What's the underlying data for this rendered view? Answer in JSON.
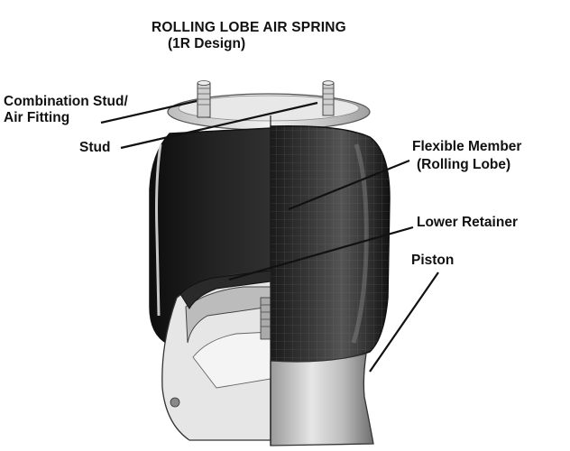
{
  "title": "ROLLING LOBE AIR SPRING",
  "subtitle": "(1R Design)",
  "labels": {
    "combination_stud_line1": "Combination Stud/",
    "combination_stud_line2": "Air Fitting",
    "stud": "Stud",
    "flexible_member_line1": "Flexible Member",
    "flexible_member_line2": "(Rolling Lobe)",
    "lower_retainer": "Lower Retainer",
    "piston": "Piston"
  }
}
